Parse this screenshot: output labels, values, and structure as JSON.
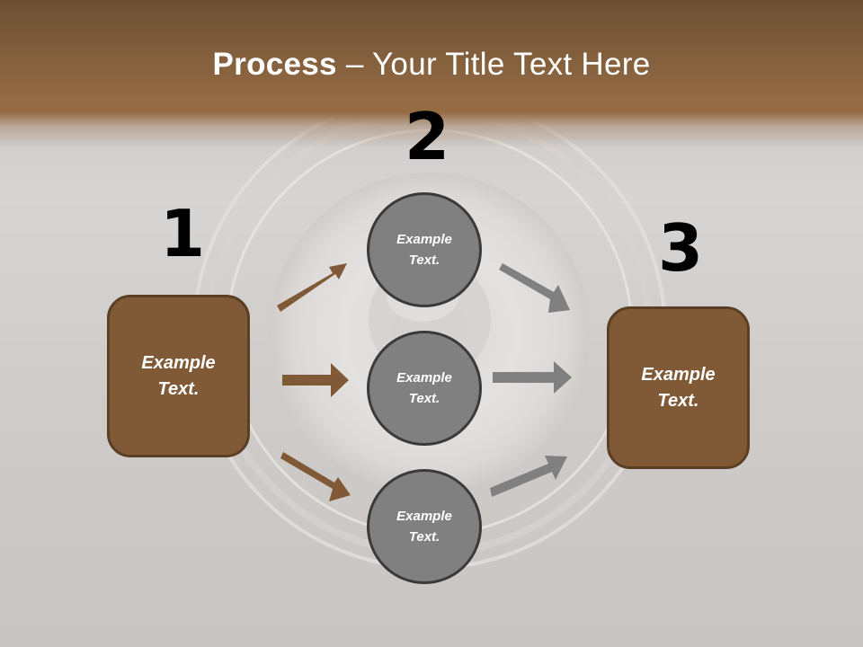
{
  "slide": {
    "title_bold": "Process",
    "title_rest": " – Your Title Text Here",
    "colors": {
      "header_brown": "#805b3a",
      "box_fill": "#805a36",
      "box_border": "#5a3f25",
      "circle_fill": "#808080",
      "circle_border": "#3a3a3a",
      "arrow_brown": "#805a36",
      "arrow_gray": "#808080",
      "background": "#cfccca"
    }
  },
  "steps": [
    {
      "number": "1",
      "label": "Example Text.",
      "line1": "Example",
      "line2": "Text."
    },
    {
      "number": "2",
      "circles": [
        {
          "line1": "Example",
          "line2": "Text."
        },
        {
          "line1": "Example",
          "line2": "Text."
        },
        {
          "line1": "Example",
          "line2": "Text."
        }
      ]
    },
    {
      "number": "3",
      "label": "Example Text.",
      "line1": "Example",
      "line2": "Text."
    }
  ]
}
